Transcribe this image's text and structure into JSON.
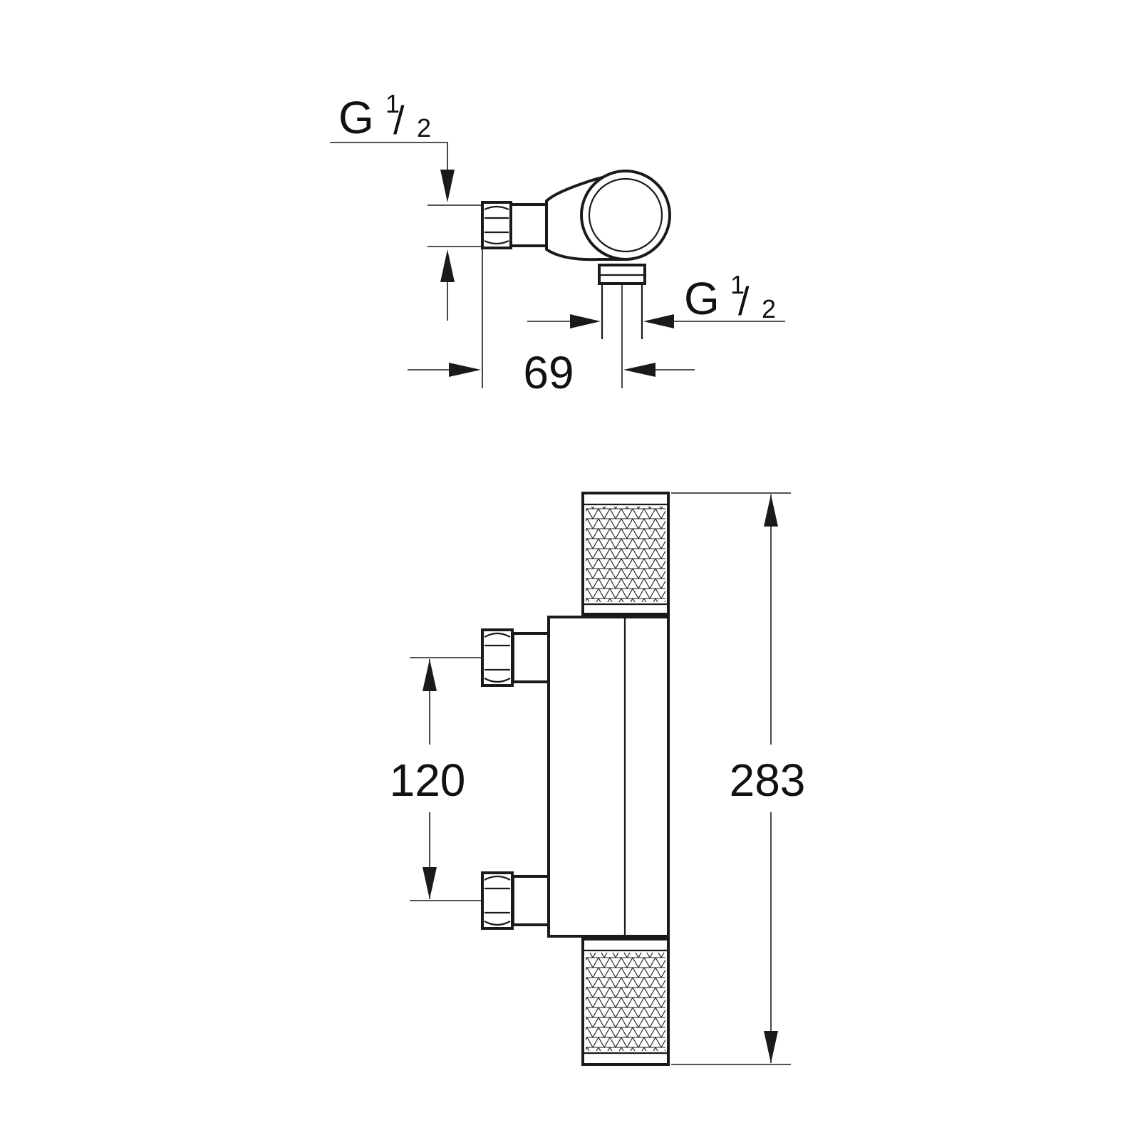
{
  "top_view": {
    "inlet_thread": {
      "prefix": "G",
      "numerator": "1",
      "denominator": "2"
    },
    "outlet_thread": {
      "prefix": "G",
      "numerator": "1",
      "denominator": "2"
    },
    "depth_dimension": "69"
  },
  "front_view": {
    "inlet_spacing_dimension": "120",
    "overall_height_dimension": "283"
  }
}
